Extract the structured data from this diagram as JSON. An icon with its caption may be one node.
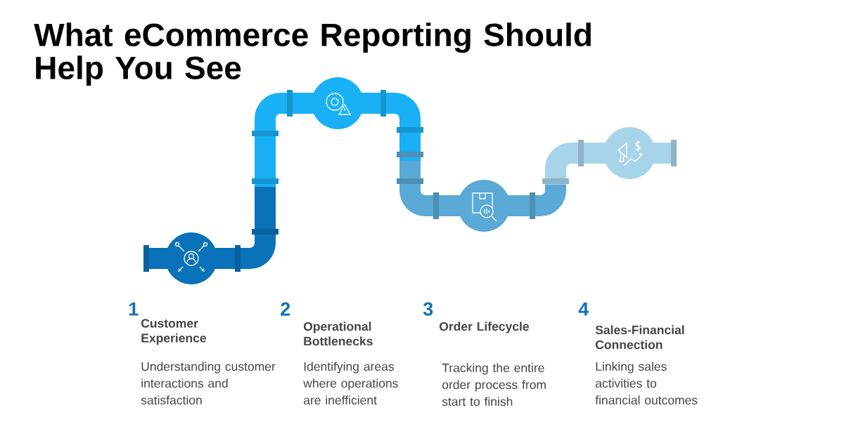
{
  "diagram": {
    "title": "What eCommerce Reporting Should Help You See",
    "labels": [
      "1",
      "Customer Experience",
      "Understanding customer interactions and satisfaction",
      "2",
      "Operational Bottlenecks",
      "Identifying areas where operations are inefficient",
      "3",
      "Order Lifecycle",
      "Tracking the entire order process from start to finish",
      "4",
      "Sales-Financial Connection",
      "Linking sales activities to financial outcomes"
    ]
  }
}
